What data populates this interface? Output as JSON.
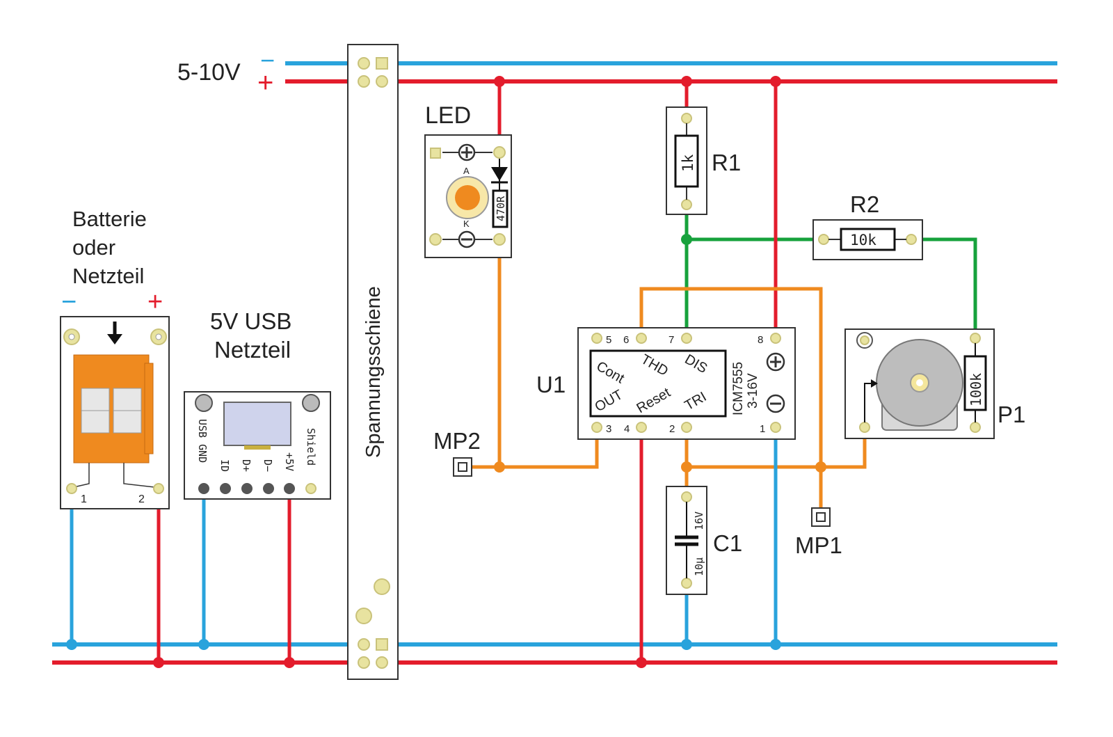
{
  "supply": {
    "voltage": "5-10V",
    "minus": "−",
    "plus": "+"
  },
  "colors": {
    "ground": "#29a3dc",
    "positive": "#e31c2c",
    "signal": "#ef8a1f",
    "discharge": "#17a23c"
  },
  "rail": {
    "label": "Spannungsschiene"
  },
  "battery": {
    "line1": "Batterie",
    "line2": "oder",
    "line3": "Netzteil",
    "minus": "−",
    "plus": "+",
    "pin1": "1",
    "pin2": "2"
  },
  "usb": {
    "line1": "5V USB",
    "line2": "Netzteil",
    "pins": [
      "USB GND",
      "ID",
      "D+",
      "D−",
      "+5V",
      "Shield"
    ]
  },
  "led": {
    "label": "LED",
    "resistor": "470R",
    "anode": "A",
    "cathode": "K"
  },
  "r1": {
    "label": "R1",
    "value": "1k"
  },
  "r2": {
    "label": "R2",
    "value": "10k"
  },
  "p1": {
    "label": "P1",
    "value": "100k"
  },
  "c1": {
    "label": "C1",
    "voltage": "16V",
    "value": "10µ"
  },
  "u1": {
    "label": "U1",
    "chip": "ICM7555",
    "range": "3-16V",
    "pins": [
      "5",
      "6",
      "7",
      "8",
      "3",
      "4",
      "2",
      "1"
    ],
    "signals": [
      "Cont",
      "THD",
      "DIS",
      "OUT",
      "Reset",
      "TRI"
    ]
  },
  "mp1": {
    "label": "MP1"
  },
  "mp2": {
    "label": "MP2"
  }
}
